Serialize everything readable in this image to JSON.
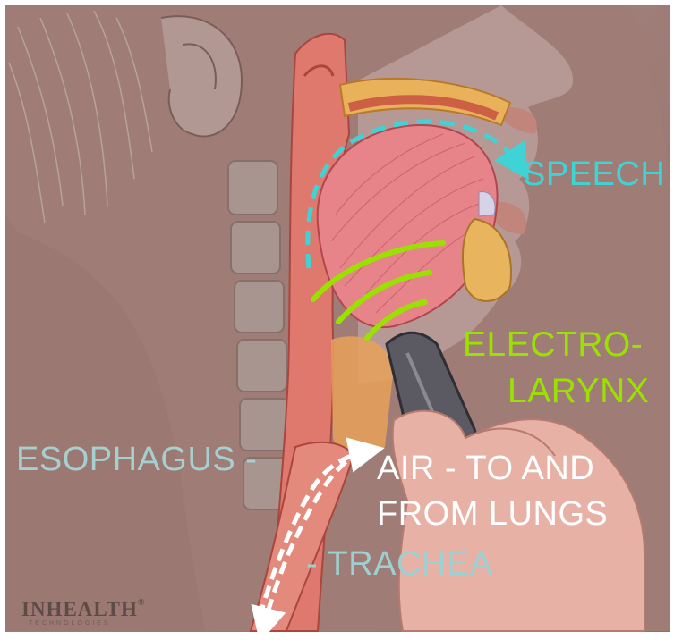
{
  "labels": {
    "speech": "SPEECH",
    "electrolarynx_line1": "ELECTRO-",
    "electrolarynx_line2": "LARYNX",
    "esophagus": "ESOPHAGUS -",
    "air_line1": "AIR - TO AND",
    "air_line2": "FROM LUNGS",
    "trachea": "- TRACHEA"
  },
  "brand": {
    "name": "INHEALTH",
    "mark": "®",
    "tagline": "TECHNOLOGIES"
  },
  "colors": {
    "speech": "#3fd3d6",
    "electrolarynx": "#9ae000",
    "air": "#ffffff",
    "esophagus": "#a6cfd0",
    "trachea": "#9ed0d1",
    "background": "#9d7a73"
  }
}
